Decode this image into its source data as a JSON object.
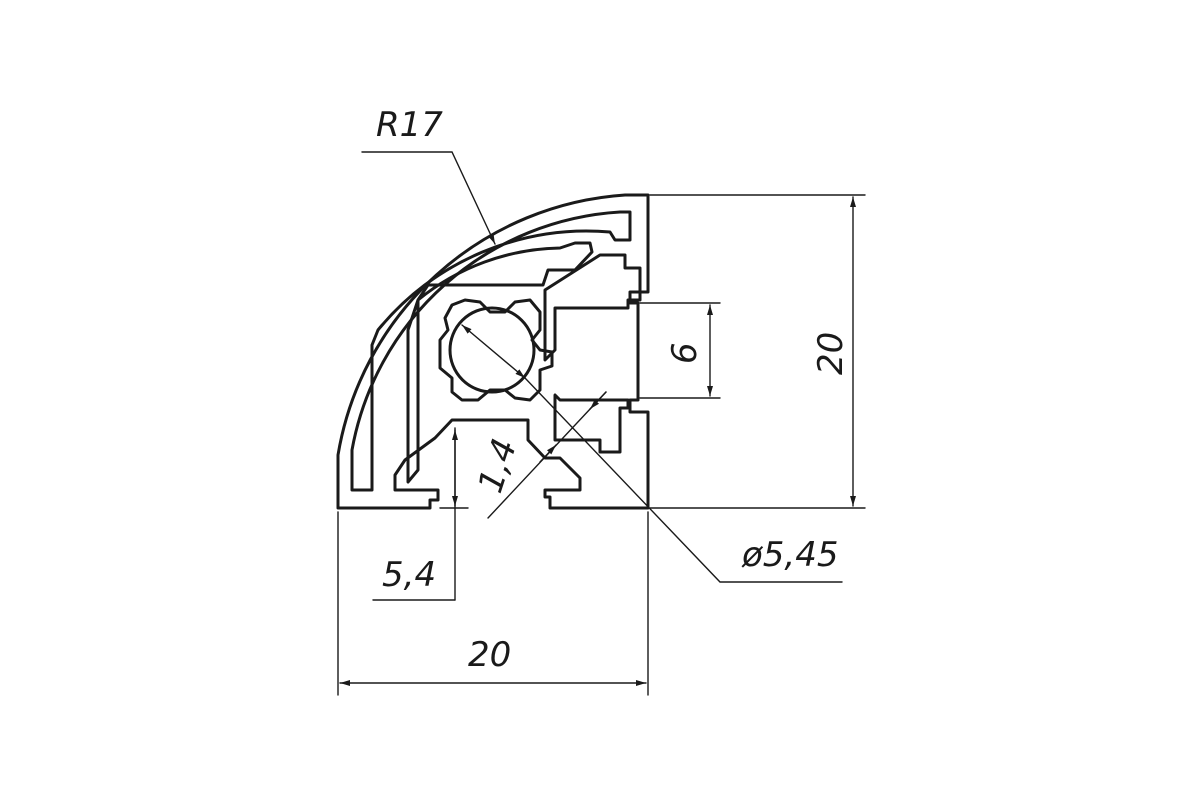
{
  "drawing": {
    "dimensions": {
      "radius_label": "R17",
      "height_label": "20",
      "slot_width_label": "6",
      "wall_thickness_label": "1,4",
      "slot_depth_label": "5,4",
      "width_label": "20",
      "bore_diameter_label": "ø5,45"
    },
    "line_color": "#1a1a1a",
    "background": "#ffffff"
  }
}
